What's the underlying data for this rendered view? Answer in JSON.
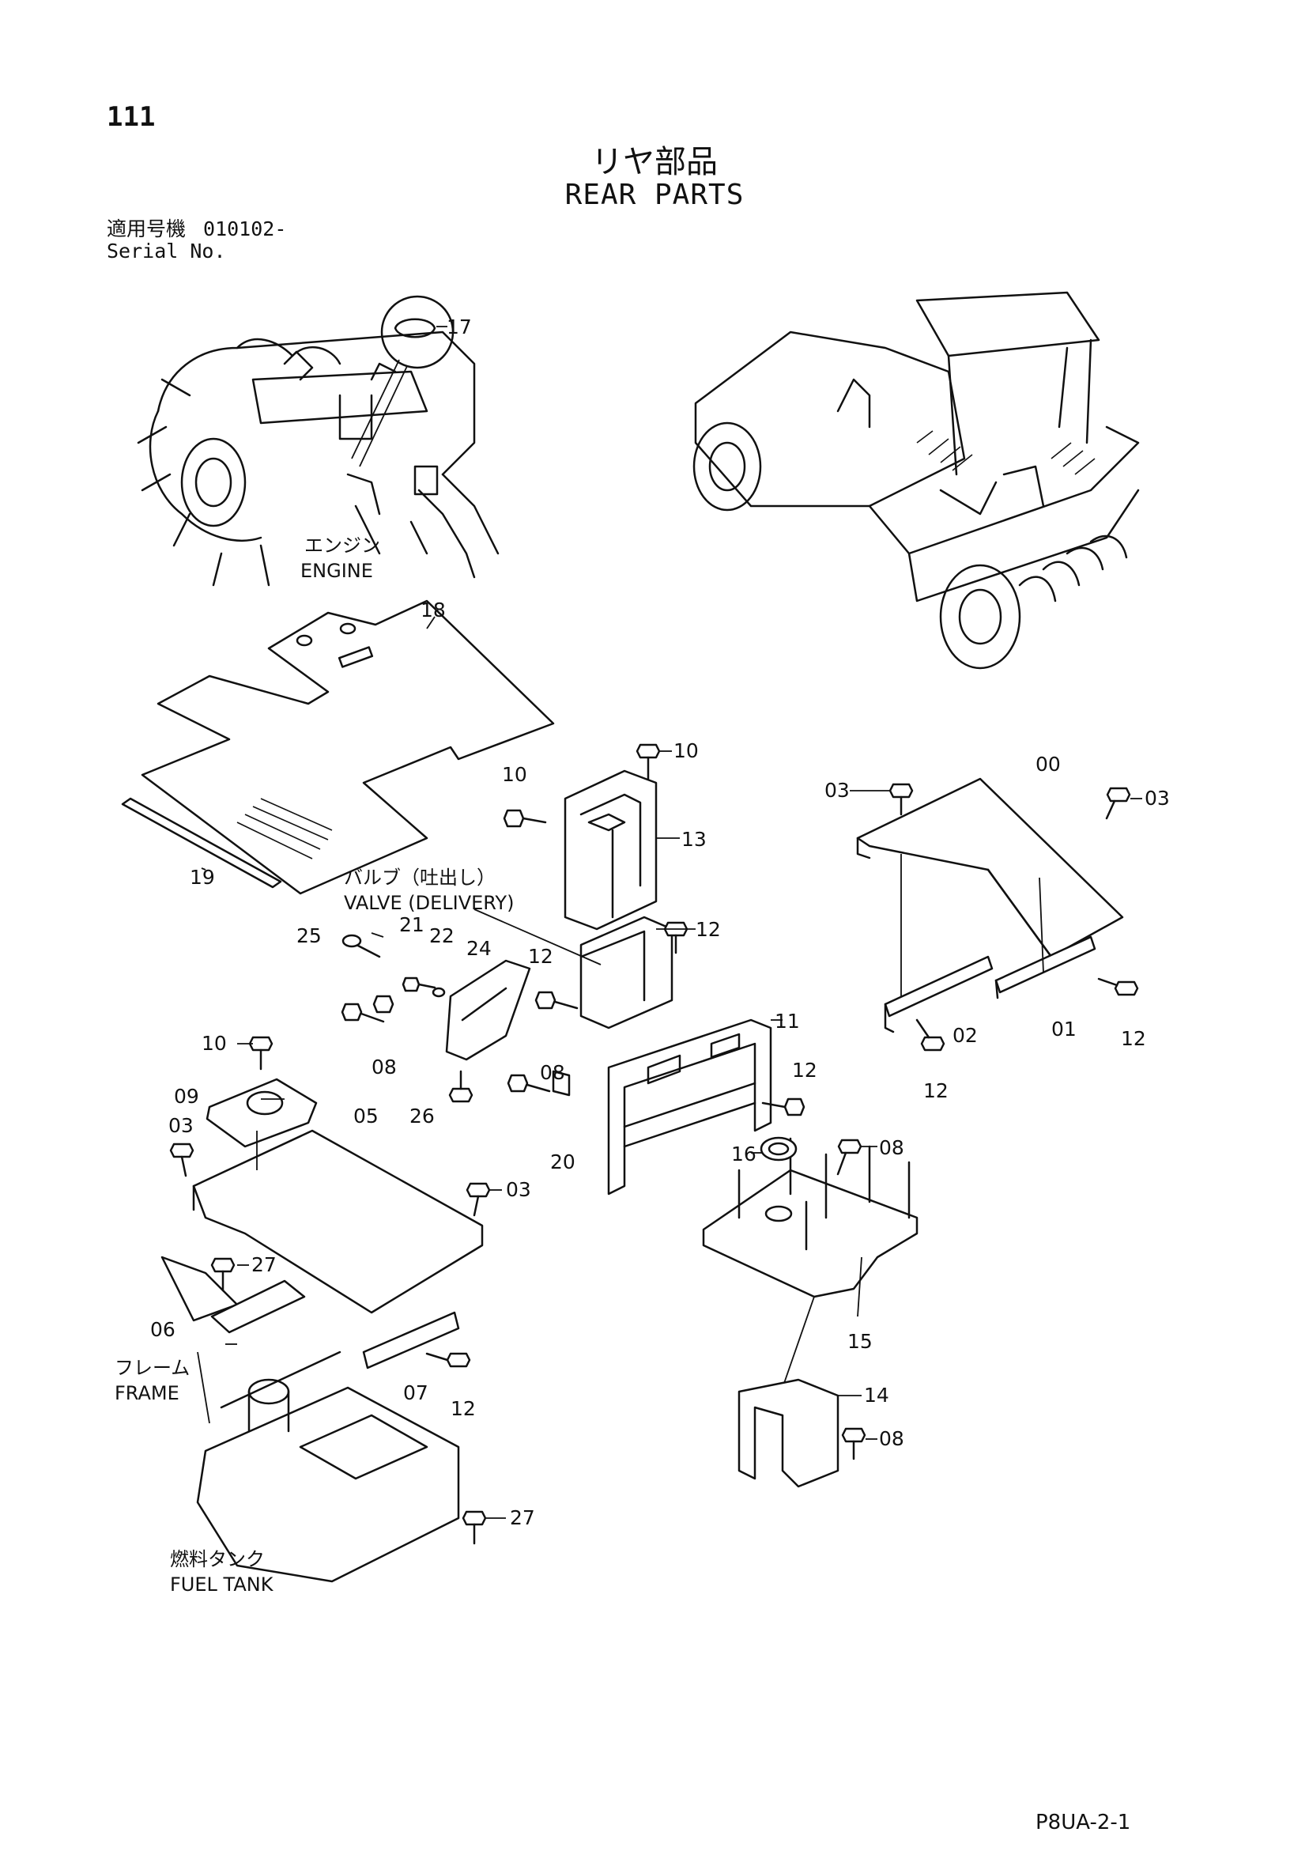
{
  "header": {
    "page_number": "111",
    "title_jp": "リヤ部品",
    "title_en": "REAR PARTS",
    "serial_label_jp": "適用号機",
    "serial_value": "010102-",
    "serial_label_en": "Serial No."
  },
  "labels": {
    "engine_jp": "エンジン",
    "engine_en": "ENGINE",
    "valve_jp": "バルブ（吐出し）",
    "valve_en": "VALVE (DELIVERY)",
    "frame_jp": "フレーム",
    "frame_en": "FRAME",
    "fuel_tank_jp": "燃料タンク",
    "fuel_tank_en": "FUEL TANK"
  },
  "callouts": [
    {
      "id": "c17",
      "text": "17"
    },
    {
      "id": "c18",
      "text": "18"
    },
    {
      "id": "c19",
      "text": "19"
    },
    {
      "id": "c10a",
      "text": "10"
    },
    {
      "id": "c10b",
      "text": "10"
    },
    {
      "id": "c13",
      "text": "13"
    },
    {
      "id": "c12a",
      "text": "12"
    },
    {
      "id": "c12b",
      "text": "12"
    },
    {
      "id": "c11",
      "text": "11"
    },
    {
      "id": "c12c",
      "text": "12"
    },
    {
      "id": "c25",
      "text": "25"
    },
    {
      "id": "c21",
      "text": "21"
    },
    {
      "id": "c22",
      "text": "22"
    },
    {
      "id": "c24",
      "text": "24"
    },
    {
      "id": "c08a",
      "text": "08"
    },
    {
      "id": "c08b",
      "text": "08"
    },
    {
      "id": "c26",
      "text": "26"
    },
    {
      "id": "c20",
      "text": "20"
    },
    {
      "id": "c10c",
      "text": "10"
    },
    {
      "id": "c09",
      "text": "09"
    },
    {
      "id": "c03a",
      "text": "03"
    },
    {
      "id": "c05",
      "text": "05"
    },
    {
      "id": "c03b",
      "text": "03"
    },
    {
      "id": "c27a",
      "text": "27"
    },
    {
      "id": "c06",
      "text": "06"
    },
    {
      "id": "c07",
      "text": "07"
    },
    {
      "id": "c12d",
      "text": "12"
    },
    {
      "id": "c27b",
      "text": "27"
    },
    {
      "id": "c00",
      "text": "00"
    },
    {
      "id": "c03c",
      "text": "03"
    },
    {
      "id": "c03d",
      "text": "03"
    },
    {
      "id": "c02",
      "text": "02"
    },
    {
      "id": "c01",
      "text": "01"
    },
    {
      "id": "c12e",
      "text": "12"
    },
    {
      "id": "c12f",
      "text": "12"
    },
    {
      "id": "c16",
      "text": "16"
    },
    {
      "id": "c08c",
      "text": "08"
    },
    {
      "id": "c15",
      "text": "15"
    },
    {
      "id": "c14",
      "text": "14"
    },
    {
      "id": "c08d",
      "text": "08"
    }
  ],
  "footer": {
    "code": "P8UA-2-1"
  }
}
